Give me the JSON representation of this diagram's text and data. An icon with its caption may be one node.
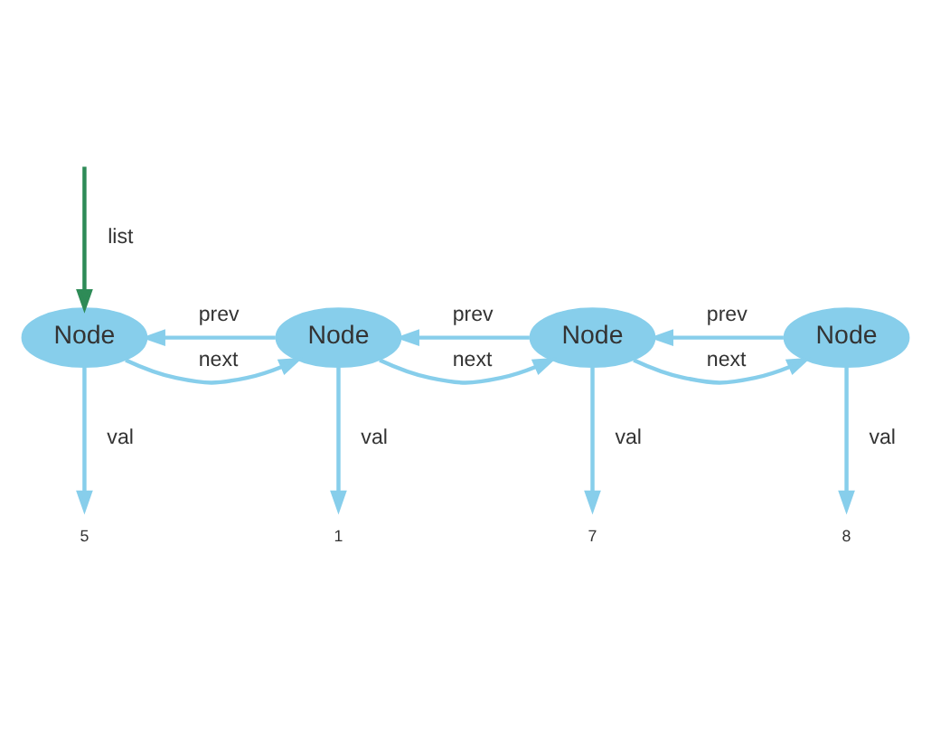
{
  "diagram": {
    "nodes": [
      {
        "text": [
          "Node"
        ]
      },
      {
        "text": [
          "Node"
        ]
      },
      {
        "text": [
          "Node"
        ]
      },
      {
        "text": [
          "Node"
        ]
      },
      {
        "text": [
          "5"
        ]
      },
      {
        "text": [
          "1"
        ]
      },
      {
        "text": [
          "7"
        ]
      },
      {
        "text": [
          "8"
        ]
      }
    ],
    "edges": [
      {
        "from": null,
        "to": 0,
        "arrow": "to",
        "label": "list",
        "color": "#2e8b57"
      },
      {
        "from": 0,
        "to": 1,
        "arrow": "to",
        "label": "next"
      },
      {
        "from": 1,
        "to": 0,
        "arrow": "to",
        "label": "prev"
      },
      {
        "from": 1,
        "to": 2,
        "arrow": "to",
        "label": "next"
      },
      {
        "from": 2,
        "to": 1,
        "arrow": "to",
        "label": "prev"
      },
      {
        "from": 2,
        "to": 3,
        "arrow": "to",
        "label": "next"
      },
      {
        "from": 3,
        "to": 2,
        "arrow": "to",
        "label": "prev"
      },
      {
        "from": 0,
        "to": 4,
        "arrow": "to",
        "label": "val"
      },
      {
        "from": 1,
        "to": 5,
        "arrow": "to",
        "label": "val"
      },
      {
        "from": 2,
        "to": 6,
        "arrow": "to",
        "label": "val"
      },
      {
        "from": 3,
        "to": 7,
        "arrow": "to",
        "label": "val"
      }
    ]
  }
}
